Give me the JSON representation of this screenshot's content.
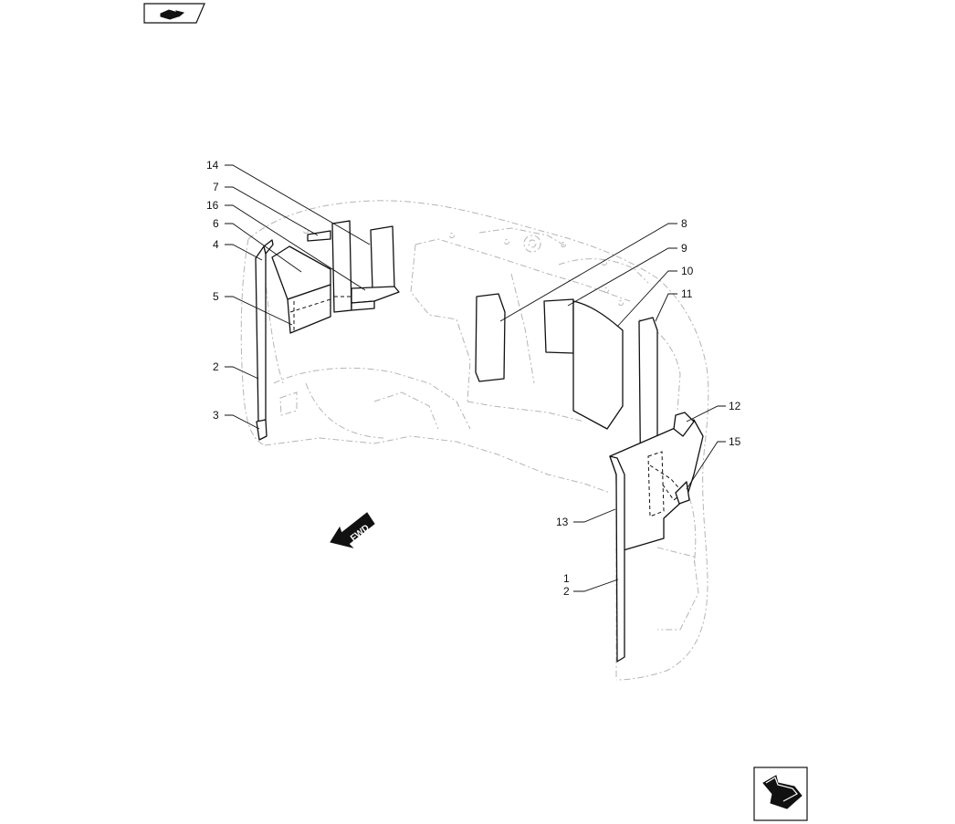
{
  "nav_top_left": {
    "icon": "book-page-icon"
  },
  "nav_bottom_right": {
    "icon": "back-arrow-icon"
  },
  "direction_arrow": {
    "label": "FWD",
    "icon": "forward-arrow-icon"
  },
  "callouts": [
    {
      "id": "14",
      "label": "14"
    },
    {
      "id": "7",
      "label": "7"
    },
    {
      "id": "16",
      "label": "16"
    },
    {
      "id": "6",
      "label": "6"
    },
    {
      "id": "4",
      "label": "4"
    },
    {
      "id": "5",
      "label": "5"
    },
    {
      "id": "2a",
      "label": "2"
    },
    {
      "id": "3",
      "label": "3"
    },
    {
      "id": "8",
      "label": "8"
    },
    {
      "id": "9",
      "label": "9"
    },
    {
      "id": "10",
      "label": "10"
    },
    {
      "id": "11",
      "label": "11"
    },
    {
      "id": "12",
      "label": "12"
    },
    {
      "id": "15",
      "label": "15"
    },
    {
      "id": "13",
      "label": "13"
    },
    {
      "id": "1",
      "label": "1"
    },
    {
      "id": "2b",
      "label": "2"
    }
  ]
}
